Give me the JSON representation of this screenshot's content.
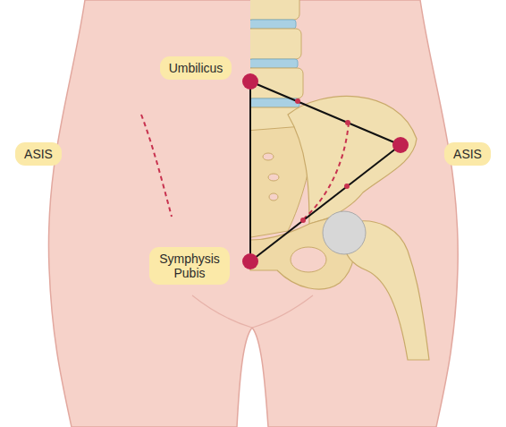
{
  "diagram": {
    "nodes": [
      {
        "text": [
          "Umbilicus"
        ]
      },
      {
        "text": [
          "ASIS"
        ]
      },
      {
        "text": [
          "ASIS"
        ]
      },
      {
        "text": [
          "Symphysis Pubis"
        ]
      }
    ]
  }
}
